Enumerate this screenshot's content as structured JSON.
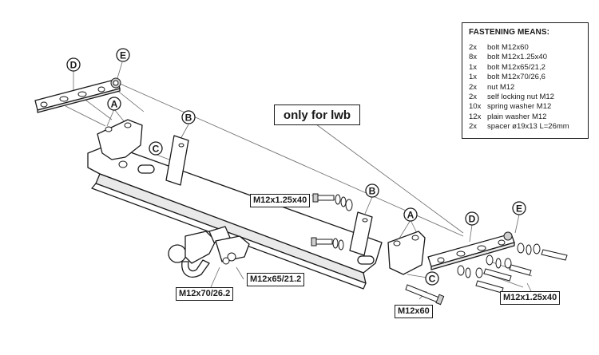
{
  "callouts": {
    "A": "A",
    "B": "B",
    "C": "C",
    "D": "D",
    "E": "E"
  },
  "note": "only for lwb",
  "labels": {
    "m12x1_25x40_mid": "M12x1.25x40",
    "m12x1_25x40_right": "M12x1.25x40",
    "m12x65": "M12x65/21.2",
    "m12x70": "M12x70/26.2",
    "m12x60": "M12x60"
  },
  "fastening": {
    "title": "FASTENING MEANS:",
    "items": [
      {
        "qty": "2x",
        "desc": "bolt M12x60"
      },
      {
        "qty": "8x",
        "desc": "bolt M12x1.25x40"
      },
      {
        "qty": "1x",
        "desc": "bolt M12x65/21,2"
      },
      {
        "qty": "1x",
        "desc": "bolt M12x70/26,6"
      },
      {
        "qty": "2x",
        "desc": "nut M12"
      },
      {
        "qty": "2x",
        "desc": "self locking nut M12"
      },
      {
        "qty": "10x",
        "desc": "spring washer M12"
      },
      {
        "qty": "12x",
        "desc": "plain washer M12"
      },
      {
        "qty": "2x",
        "desc": "spacer ø19x13 L=26mm"
      }
    ]
  }
}
